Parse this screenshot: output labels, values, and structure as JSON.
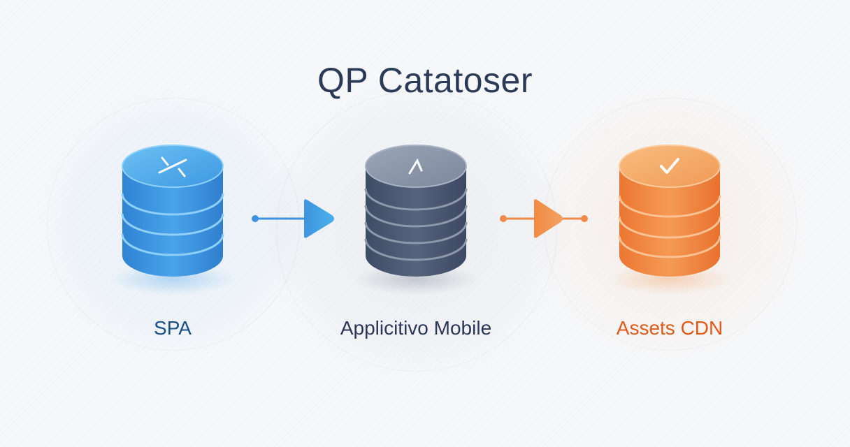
{
  "title": "QP Catatoser",
  "nodes": [
    {
      "label": "SPA",
      "icon": "wrench-icon",
      "color": "#3f9be3"
    },
    {
      "label": "Applicitivo Mobile",
      "icon": "caret-up-icon",
      "color": "#5b6880"
    },
    {
      "label": "Assets CDN",
      "icon": "checkmark-icon",
      "color": "#f08a3e"
    }
  ],
  "connectors": [
    {
      "from": "SPA",
      "to": "Applicitivo Mobile",
      "color": "#3fa7e6"
    },
    {
      "from": "Applicitivo Mobile",
      "to": "Assets CDN",
      "color": "#ef8a4a"
    }
  ]
}
